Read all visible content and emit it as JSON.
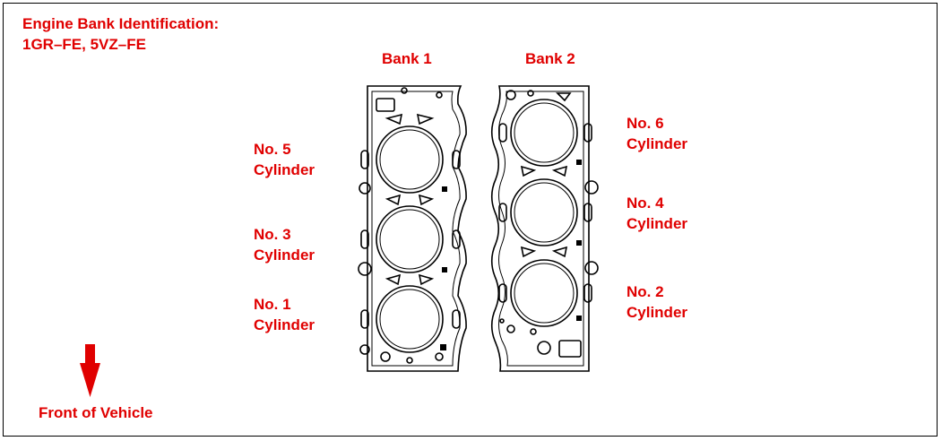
{
  "title": {
    "line1": "Engine Bank Identification:",
    "line2": "1GR–FE, 5VZ–FE"
  },
  "banks": {
    "bank1": "Bank 1",
    "bank2": "Bank 2"
  },
  "cylinders": {
    "no5": {
      "line1": "No. 5",
      "line2": "Cylinder"
    },
    "no3": {
      "line1": "No. 3",
      "line2": "Cylinder"
    },
    "no1": {
      "line1": "No. 1",
      "line2": "Cylinder"
    },
    "no6": {
      "line1": "No. 6",
      "line2": "Cylinder"
    },
    "no4": {
      "line1": "No. 4",
      "line2": "Cylinder"
    },
    "no2": {
      "line1": "No. 2",
      "line2": "Cylinder"
    }
  },
  "front": {
    "label": "Front of Vehicle"
  },
  "colors": {
    "label": "#e00000",
    "line": "#000000",
    "background": "#ffffff"
  }
}
